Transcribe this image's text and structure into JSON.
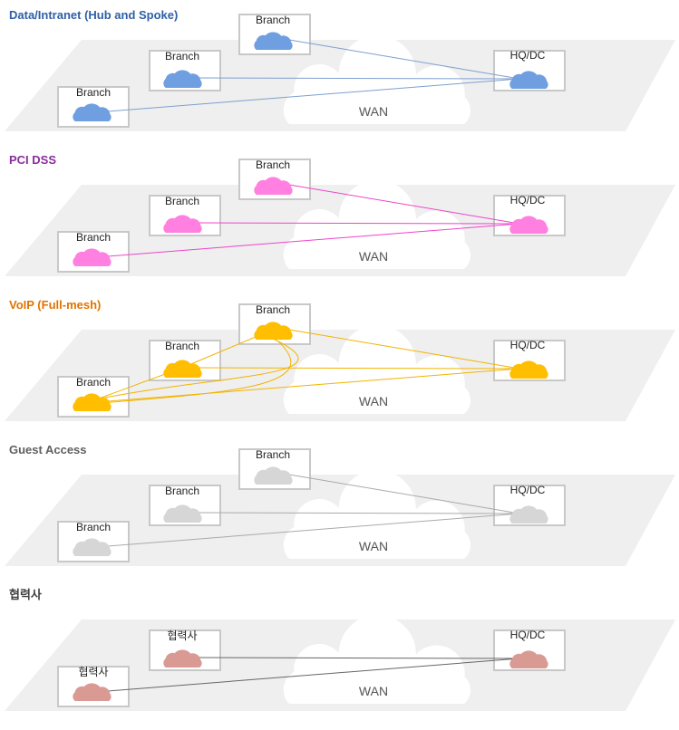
{
  "panels": [
    {
      "title": "Data/Intranet (Hub and Spoke)",
      "title_color": "#2f5fa6",
      "cloud_color": "#6f9fe0",
      "line_color": "#7e9fd0",
      "topology": "hub-and-spoke",
      "hub_label": "HQ/DC",
      "spoke_labels": [
        "Branch",
        "Branch",
        "Branch"
      ],
      "wan_label": "WAN"
    },
    {
      "title": "PCI DSS",
      "title_color": "#8a2c9c",
      "cloud_color": "#ff80e0",
      "line_color": "#ee44cc",
      "topology": "hub-and-spoke",
      "hub_label": "HQ/DC",
      "spoke_labels": [
        "Branch",
        "Branch",
        "Branch"
      ],
      "wan_label": "WAN"
    },
    {
      "title": "VoIP (Full-mesh)",
      "title_color": "#e07400",
      "cloud_color": "#ffbf00",
      "line_color": "#f2b400",
      "topology": "full-mesh",
      "hub_label": "HQ/DC",
      "spoke_labels": [
        "Branch",
        "Branch",
        "Branch"
      ],
      "wan_label": "WAN"
    },
    {
      "title": "Guest Access",
      "title_color": "#606060",
      "cloud_color": "#d6d6d6",
      "line_color": "#aaaaaa",
      "topology": "hub-and-spoke",
      "hub_label": "HQ/DC",
      "spoke_labels": [
        "Branch",
        "Branch",
        "Branch"
      ],
      "wan_label": "WAN"
    },
    {
      "title": "협력사",
      "title_color": "#404040",
      "cloud_color": "#d99a94",
      "line_color": "#666666",
      "topology": "hub-and-spoke",
      "hub_label": "HQ/DC",
      "spoke_labels": [
        "협력사",
        "협력사"
      ],
      "wan_label": "WAN"
    }
  ]
}
